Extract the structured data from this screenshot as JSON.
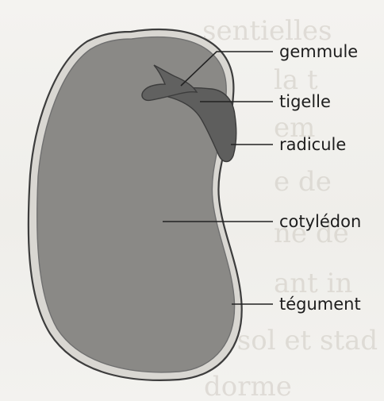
{
  "labels": {
    "gemmule": "gemmule",
    "tigelle": "tigelle",
    "radicule": "radicule",
    "cotyledon": "cotylédon",
    "tegument": "tégument"
  },
  "colors": {
    "tegument_outline": "#3f3f3f",
    "tegument_fill": "#d8d6d1",
    "cotyledon_fill": "#8c8b88",
    "embryo_fill": "#5e5e5d"
  }
}
